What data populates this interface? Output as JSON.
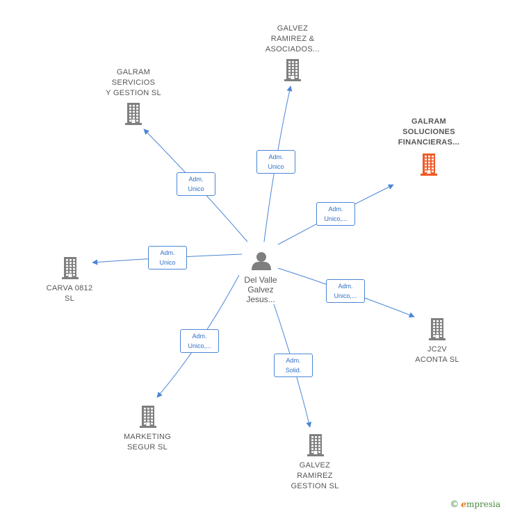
{
  "colors": {
    "edge": "#4a86d6",
    "company": "#7f7f7f",
    "highlight": "#f05a28",
    "person": "#7f7f7f"
  },
  "center": {
    "name": "Del Valle\nGalvez\nJesus...",
    "icon": "person-icon"
  },
  "nodes": [
    {
      "id": "galvez-ramirez-asociados",
      "name": "GALVEZ\nRAMIREZ &\nASOCIADOS...",
      "icon": "building-icon",
      "highlight": false
    },
    {
      "id": "galram-servicios",
      "name": "GALRAM\nSERVICIOS\nY GESTION  SL",
      "icon": "building-icon",
      "highlight": false
    },
    {
      "id": "galram-soluciones",
      "name": "GALRAM\nSOLUCIONES\nFINANCIERAS...",
      "icon": "building-icon",
      "highlight": true
    },
    {
      "id": "carva",
      "name": "CARVA 0812\nSL",
      "icon": "building-icon",
      "highlight": false
    },
    {
      "id": "jc2v",
      "name": "JC2V\nACONTA  SL",
      "icon": "building-icon",
      "highlight": false
    },
    {
      "id": "marketing-segur",
      "name": "MARKETING\nSEGUR  SL",
      "icon": "building-icon",
      "highlight": false
    },
    {
      "id": "galvez-ramirez-gestion",
      "name": "GALVEZ\nRAMIREZ\nGESTION  SL",
      "icon": "building-icon",
      "highlight": false
    }
  ],
  "edges": [
    {
      "to": "galvez-ramirez-asociados",
      "label": "Adm.\nUnico"
    },
    {
      "to": "galram-servicios",
      "label": "Adm.\nUnico"
    },
    {
      "to": "galram-soluciones",
      "label": "Adm.\nUnico,..."
    },
    {
      "to": "carva",
      "label": "Adm.\nUnico"
    },
    {
      "to": "jc2v",
      "label": "Adm.\nUnico,..."
    },
    {
      "to": "marketing-segur",
      "label": "Adm.\nUnico,..."
    },
    {
      "to": "galvez-ramirez-gestion",
      "label": "Adm.\nSolid."
    }
  ],
  "footer": {
    "copyright_symbol": "©",
    "brand_initial": "e",
    "brand_rest": "mpresia"
  }
}
